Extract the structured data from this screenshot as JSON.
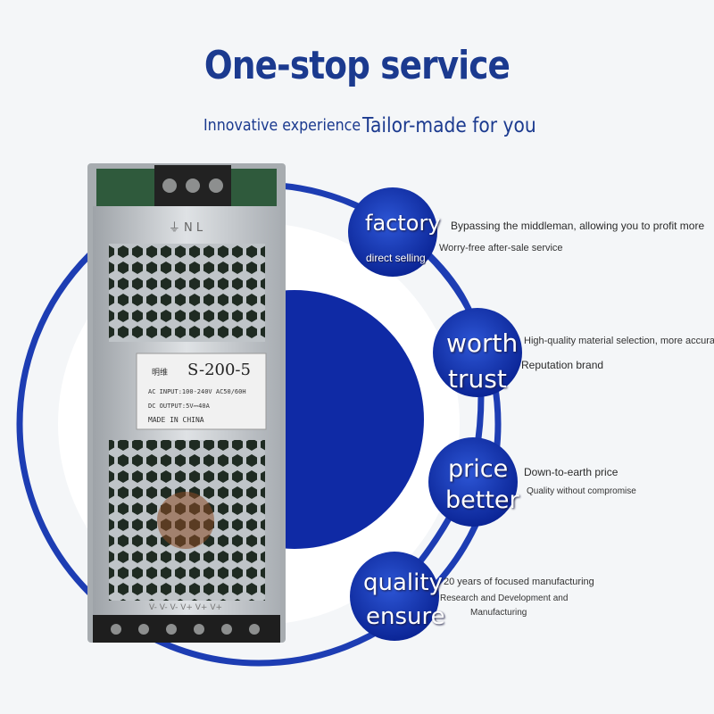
{
  "header": {
    "title": "One-stop service",
    "subtitle_left": "Innovative experience",
    "subtitle_right": "Tailor-made for you"
  },
  "device": {
    "model": "S-200-5",
    "brand_mark": "明维",
    "ac_input": "AC INPUT:100-240V AC50/60H",
    "dc_output": "DC OUTPUT:5V⎓40A",
    "origin": "MADE IN CHINA",
    "terminal_top": "⏚ N L",
    "terminal_bottom": "V- V- V- V+ V+ V+"
  },
  "features": [
    {
      "title": "factory",
      "label": "direct selling",
      "desc1": "Bypassing the middleman, allowing you to profit more",
      "desc2": "Worry-free after-sale service"
    },
    {
      "title1": "worth",
      "title2": "trust",
      "desc1": "High-quality material selection, more accurate weighin",
      "desc2": "Reputation brand"
    },
    {
      "title1": "price",
      "title2": "better",
      "desc1": "Down-to-earth price",
      "desc2": "Quality without compromise"
    },
    {
      "title1": "quality",
      "title2": "ensure",
      "desc1": "20 years of focused manufacturing",
      "desc2": "Research and Development and",
      "desc3": "Manufacturing"
    }
  ],
  "colors": {
    "brand_blue": "#1f3fa8",
    "deep_blue": "#0f2a9a",
    "headline": "#1b3a8f"
  }
}
